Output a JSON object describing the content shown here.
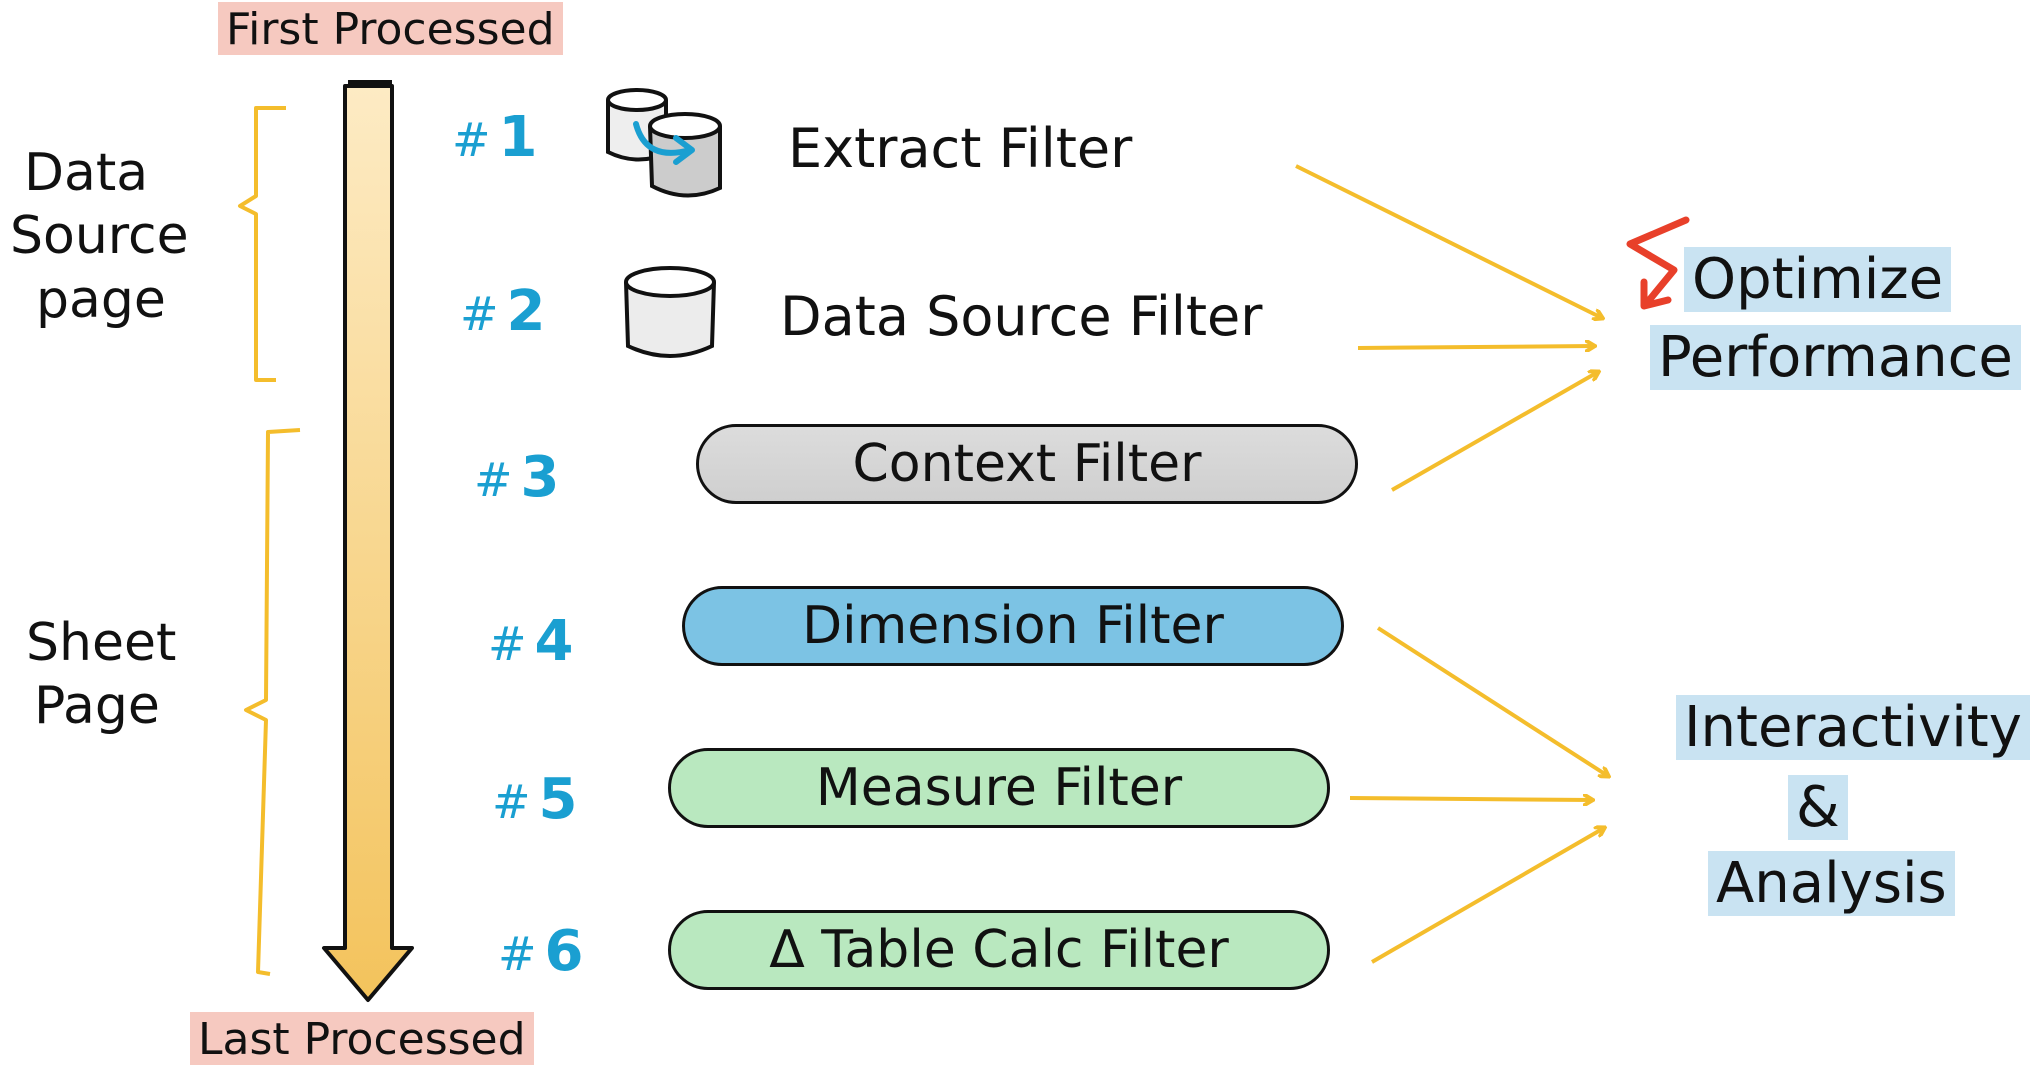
{
  "timeline": {
    "start_label": "First Processed",
    "end_label": "Last Processed"
  },
  "page_groups": {
    "data_source": [
      "Data",
      "Source",
      "page"
    ],
    "sheet": [
      "Sheet",
      "Page"
    ]
  },
  "filters": [
    {
      "number": "1",
      "label": "Extract Filter",
      "icon": "database-extract-icon"
    },
    {
      "number": "2",
      "label": "Data Source Filter",
      "icon": "database-icon"
    },
    {
      "number": "3",
      "label": "Context Filter"
    },
    {
      "number": "4",
      "label": "Dimension Filter"
    },
    {
      "number": "5",
      "label": "Measure Filter"
    },
    {
      "number": "6",
      "label": "Δ Table Calc Filter"
    }
  ],
  "hash": "#",
  "goals": {
    "performance": [
      "Optimize",
      "Performance"
    ],
    "interactivity": [
      "Interactivity",
      "&",
      "Analysis"
    ]
  },
  "colors": {
    "number_blue": "#1a9fd1",
    "arrow_yellow": "#f4bd2c",
    "lightning_red": "#e8402a",
    "highlight_red": "#f6c9c0",
    "highlight_blue": "#c9e3f2",
    "context_gray": "#d6d6d6",
    "dimension_blue": "#7cc3e4",
    "measure_green": "#b9e8bf"
  }
}
